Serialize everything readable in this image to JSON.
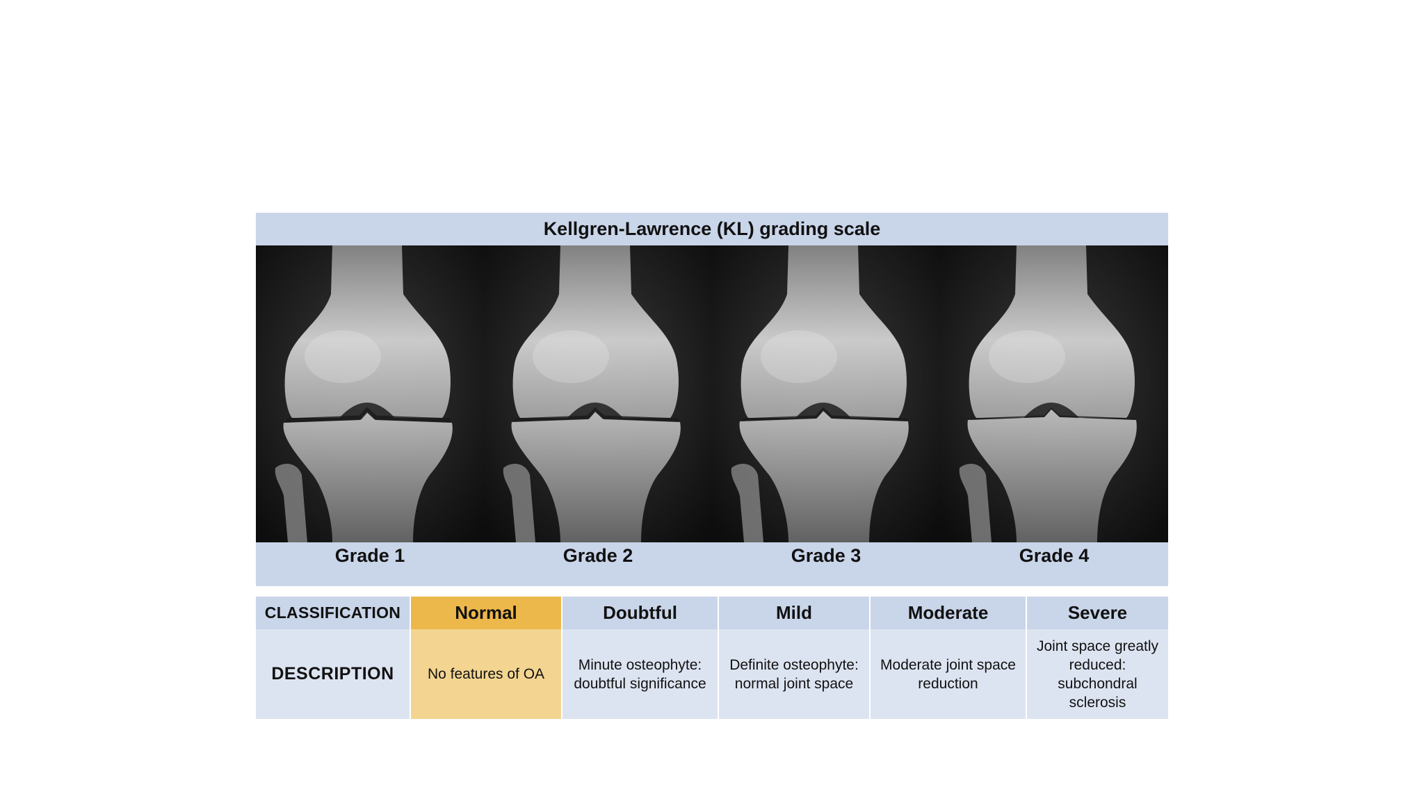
{
  "title": "Kellgren-Lawrence (KL) grading scale",
  "grades": [
    "Grade 1",
    "Grade 2",
    "Grade 3",
    "Grade 4"
  ],
  "table": {
    "row_headers": {
      "classification": "CLASSIFICATION",
      "description": "DESCRIPTION"
    },
    "columns": [
      {
        "classification": "Normal",
        "description": "No features of OA",
        "highlighted": true
      },
      {
        "classification": "Doubtful",
        "description": "Minute osteophyte: doubtful significance",
        "highlighted": false
      },
      {
        "classification": "Mild",
        "description": "Definite osteophyte: normal joint space",
        "highlighted": false
      },
      {
        "classification": "Moderate",
        "description": "Moderate joint space reduction",
        "highlighted": false
      },
      {
        "classification": "Severe",
        "description": "Joint space greatly reduced: subchondral sclerosis",
        "highlighted": false
      }
    ]
  },
  "colors": {
    "header_band": "#c9d5e9",
    "description_band": "#dde4f1",
    "highlight_header": "#ecb74b",
    "highlight_description": "#f3d591"
  }
}
